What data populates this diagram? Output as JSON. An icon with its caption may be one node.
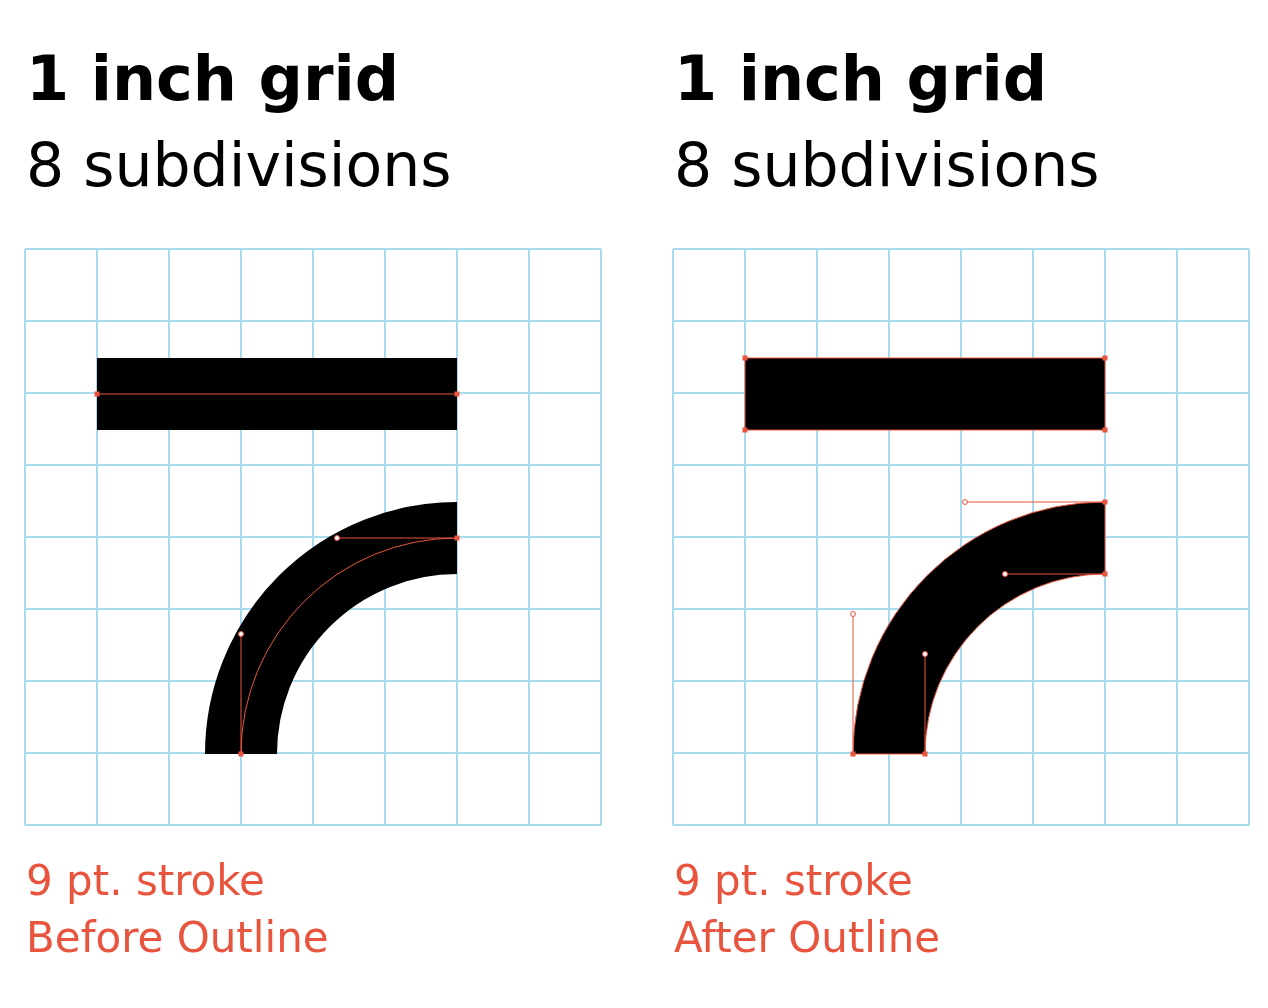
{
  "diagram": {
    "labels": [
      "1 inch grid",
      "8 subdivisions",
      "1 inch grid",
      "8 subdivisions",
      "9 pt. stroke",
      "Before Outline",
      "9 pt. stroke",
      "After Outline"
    ]
  }
}
